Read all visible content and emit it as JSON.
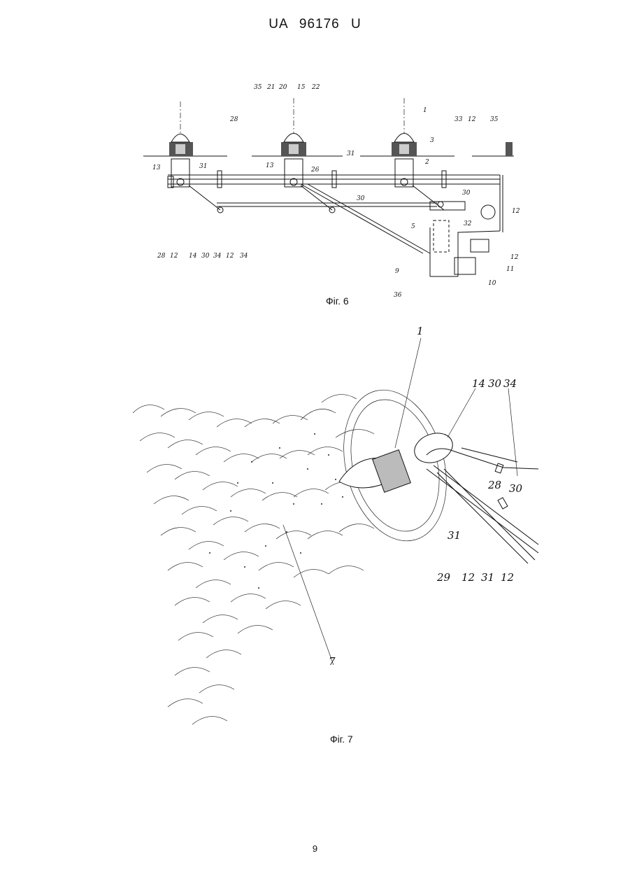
{
  "header": {
    "doc_id": "UA   96176   U"
  },
  "figure6": {
    "caption": "Фіг. 6",
    "labels": [
      {
        "id": "l35a",
        "text": "35"
      },
      {
        "id": "l21",
        "text": "21"
      },
      {
        "id": "l20",
        "text": "20"
      },
      {
        "id": "l15",
        "text": "15"
      },
      {
        "id": "l22",
        "text": "22"
      },
      {
        "id": "l28a",
        "text": "28"
      },
      {
        "id": "l1",
        "text": "1"
      },
      {
        "id": "l33",
        "text": "33"
      },
      {
        "id": "l12a",
        "text": "12"
      },
      {
        "id": "l35b",
        "text": "35"
      },
      {
        "id": "l3",
        "text": "3"
      },
      {
        "id": "l2",
        "text": "2"
      },
      {
        "id": "l13a",
        "text": "13"
      },
      {
        "id": "l31a",
        "text": "31"
      },
      {
        "id": "l13b",
        "text": "13"
      },
      {
        "id": "l26",
        "text": "26"
      },
      {
        "id": "l31b",
        "text": "31"
      },
      {
        "id": "l30a",
        "text": "30"
      },
      {
        "id": "l30b",
        "text": "30"
      },
      {
        "id": "l12b",
        "text": "12"
      },
      {
        "id": "l32",
        "text": "32"
      },
      {
        "id": "l5",
        "text": "5"
      },
      {
        "id": "l12c",
        "text": "12"
      },
      {
        "id": "l11",
        "text": "11"
      },
      {
        "id": "l9",
        "text": "9"
      },
      {
        "id": "l10",
        "text": "10"
      },
      {
        "id": "l36",
        "text": "36"
      },
      {
        "id": "l28b",
        "text": "28"
      },
      {
        "id": "l12d",
        "text": "12"
      },
      {
        "id": "l14",
        "text": "14"
      },
      {
        "id": "l30c",
        "text": "30"
      },
      {
        "id": "l34a",
        "text": "34"
      },
      {
        "id": "l12e",
        "text": "12"
      },
      {
        "id": "l34b",
        "text": "34"
      }
    ]
  },
  "figure7": {
    "caption": "Фіг. 7",
    "labels": [
      {
        "id": "m1",
        "text": "1"
      },
      {
        "id": "m14",
        "text": "14"
      },
      {
        "id": "m30a",
        "text": "30"
      },
      {
        "id": "m34",
        "text": "34"
      },
      {
        "id": "m28",
        "text": "28"
      },
      {
        "id": "m30b",
        "text": "30"
      },
      {
        "id": "m31a",
        "text": "31"
      },
      {
        "id": "m29",
        "text": "29"
      },
      {
        "id": "m12a",
        "text": "12"
      },
      {
        "id": "m31b",
        "text": "31"
      },
      {
        "id": "m12b",
        "text": "12"
      },
      {
        "id": "m7",
        "text": "7"
      }
    ]
  },
  "footer": {
    "page_number": "9"
  }
}
